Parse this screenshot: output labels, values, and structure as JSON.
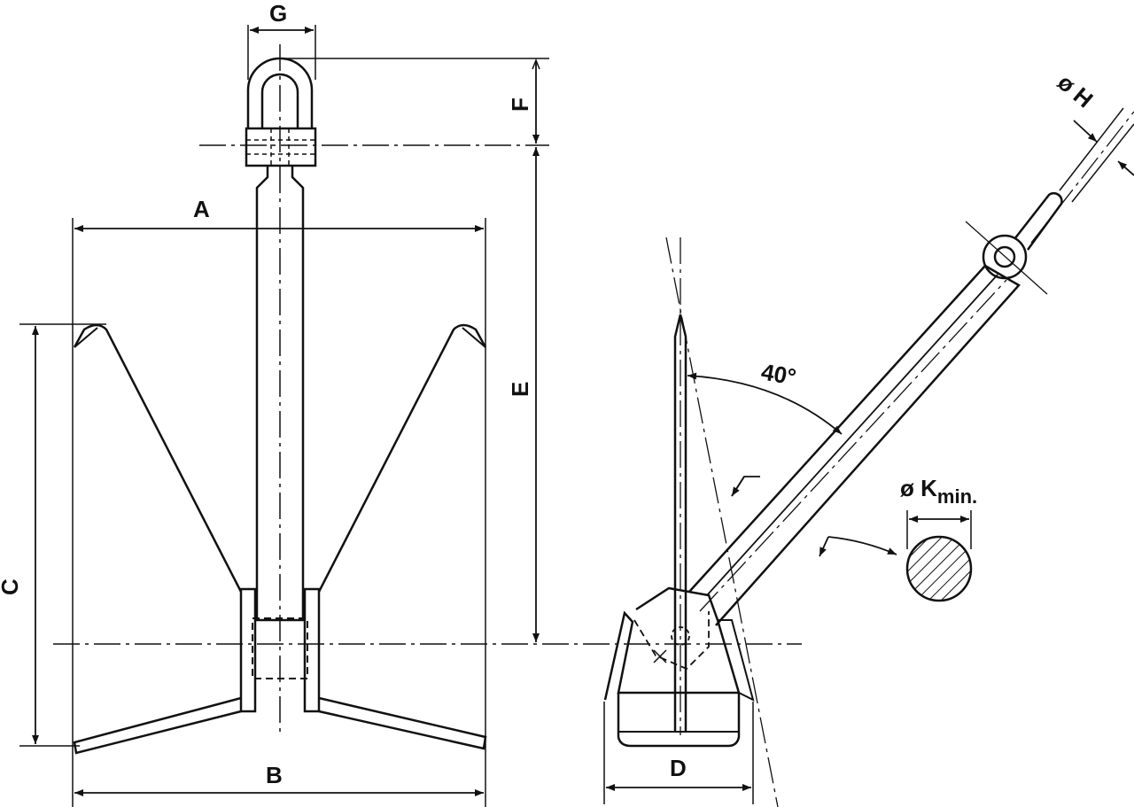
{
  "labels": {
    "a": "A",
    "b": "B",
    "c": "C",
    "d": "D",
    "e": "E",
    "f": "F",
    "g": "G",
    "h": "ø H",
    "k_prefix": "ø K",
    "k_sub": "min.",
    "angle": "40°"
  },
  "colors": {
    "ink": "#111111",
    "background": "#ffffff"
  }
}
